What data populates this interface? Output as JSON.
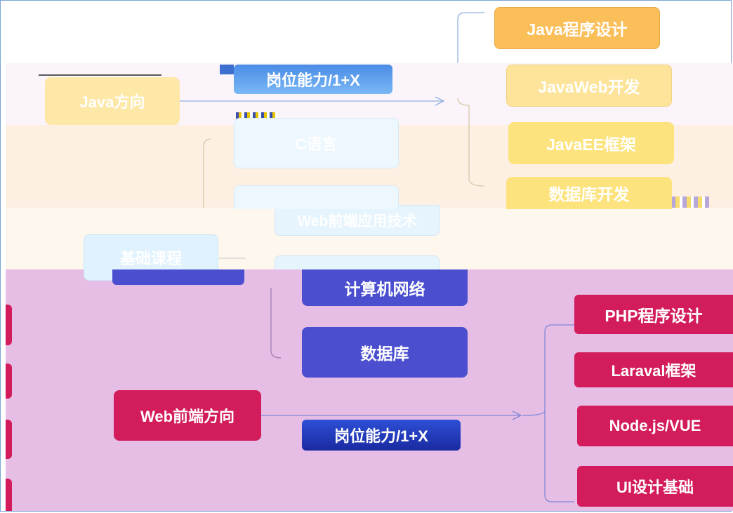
{
  "java_branch": {
    "root": "Java方向",
    "tag": "岗位能力/1+X",
    "children": [
      "Java程序设计",
      "JavaWeb开发",
      "JavaEE框架",
      "数据库开发"
    ]
  },
  "base_branch": {
    "root": "基础课程",
    "children": [
      "C语言",
      "Web前端应用技术",
      "计算机网络",
      "数据库"
    ]
  },
  "web_branch": {
    "root": "Web前端方向",
    "tag": "岗位能力/1+X",
    "children": [
      "PHP程序设计",
      "Laraval框架",
      "Node.js/VUE",
      "UI设计基础"
    ]
  },
  "colors": {
    "java_band": "#fbf4fb",
    "peach_band": "#fdefe2",
    "cream_band": "#fef7ee",
    "purple_band": "#e6bde5",
    "java_orange": "#fbbf5a",
    "java_yellow": "#fde49a",
    "blue_light": "#e6f4fd",
    "indigo": "#4b4fcf",
    "crimson": "#d31c5b"
  }
}
